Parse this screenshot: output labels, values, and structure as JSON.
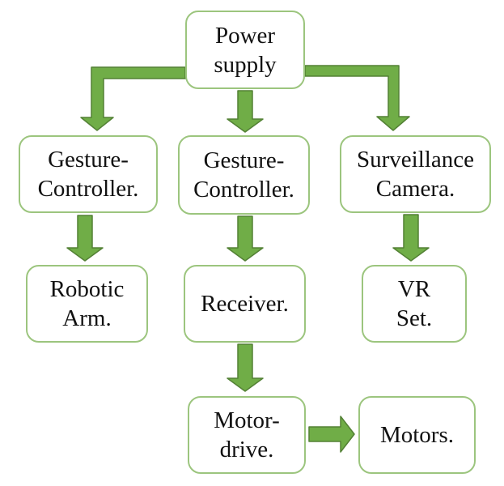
{
  "colors": {
    "arrow_fill": "#70AD47",
    "arrow_stroke": "#538135",
    "box_border": "#9CC57E",
    "box_fill": "#FFFFFF",
    "text_color": "#111111",
    "bg": "#FFFFFF"
  },
  "nodes": {
    "power_supply": {
      "line1": "Power",
      "line2": "supply"
    },
    "gesture_left": {
      "line1": "Gesture-",
      "line2": "Controller."
    },
    "gesture_center": {
      "line1": "Gesture-",
      "line2": "Controller."
    },
    "surveillance": {
      "line1": "Surveillance",
      "line2": "Camera."
    },
    "robotic_arm": {
      "line1": "Robotic",
      "line2": "Arm."
    },
    "receiver": {
      "line1": "Receiver."
    },
    "vr_set": {
      "line1": "VR",
      "line2": "Set."
    },
    "motor_drive": {
      "line1": "Motor-",
      "line2": "drive."
    },
    "motors": {
      "line1": "Motors."
    }
  },
  "arrows": [
    {
      "from": "power_supply",
      "to": "gesture_left",
      "shape": "elbow-left-down"
    },
    {
      "from": "power_supply",
      "to": "gesture_center",
      "shape": "straight-down"
    },
    {
      "from": "power_supply",
      "to": "surveillance",
      "shape": "elbow-right-down"
    },
    {
      "from": "gesture_left",
      "to": "robotic_arm",
      "shape": "straight-down"
    },
    {
      "from": "gesture_center",
      "to": "receiver",
      "shape": "straight-down"
    },
    {
      "from": "surveillance",
      "to": "vr_set",
      "shape": "straight-down"
    },
    {
      "from": "receiver",
      "to": "motor_drive",
      "shape": "straight-down"
    },
    {
      "from": "motor_drive",
      "to": "motors",
      "shape": "straight-right"
    }
  ]
}
